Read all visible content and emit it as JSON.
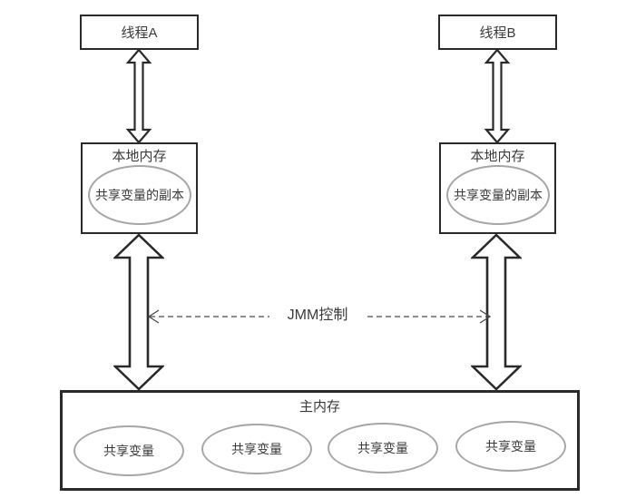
{
  "threads": [
    {
      "label": "线程A"
    },
    {
      "label": "线程B"
    }
  ],
  "local_memory": [
    {
      "label": "本地内存",
      "variable": "共享变量的副本"
    },
    {
      "label": "本地内存",
      "variable": "共享变量的副本"
    }
  ],
  "jmm_control": {
    "label": "JMM控制"
  },
  "main_memory": {
    "label": "主内存",
    "variables": [
      "共享变量",
      "共享变量",
      "共享变量",
      "共享变量"
    ]
  },
  "colors": {
    "box_border": "#2a2a2a",
    "ellipse_stroke": "#a6a6a6",
    "text": "#3a3a3a",
    "background": "#ffffff"
  }
}
